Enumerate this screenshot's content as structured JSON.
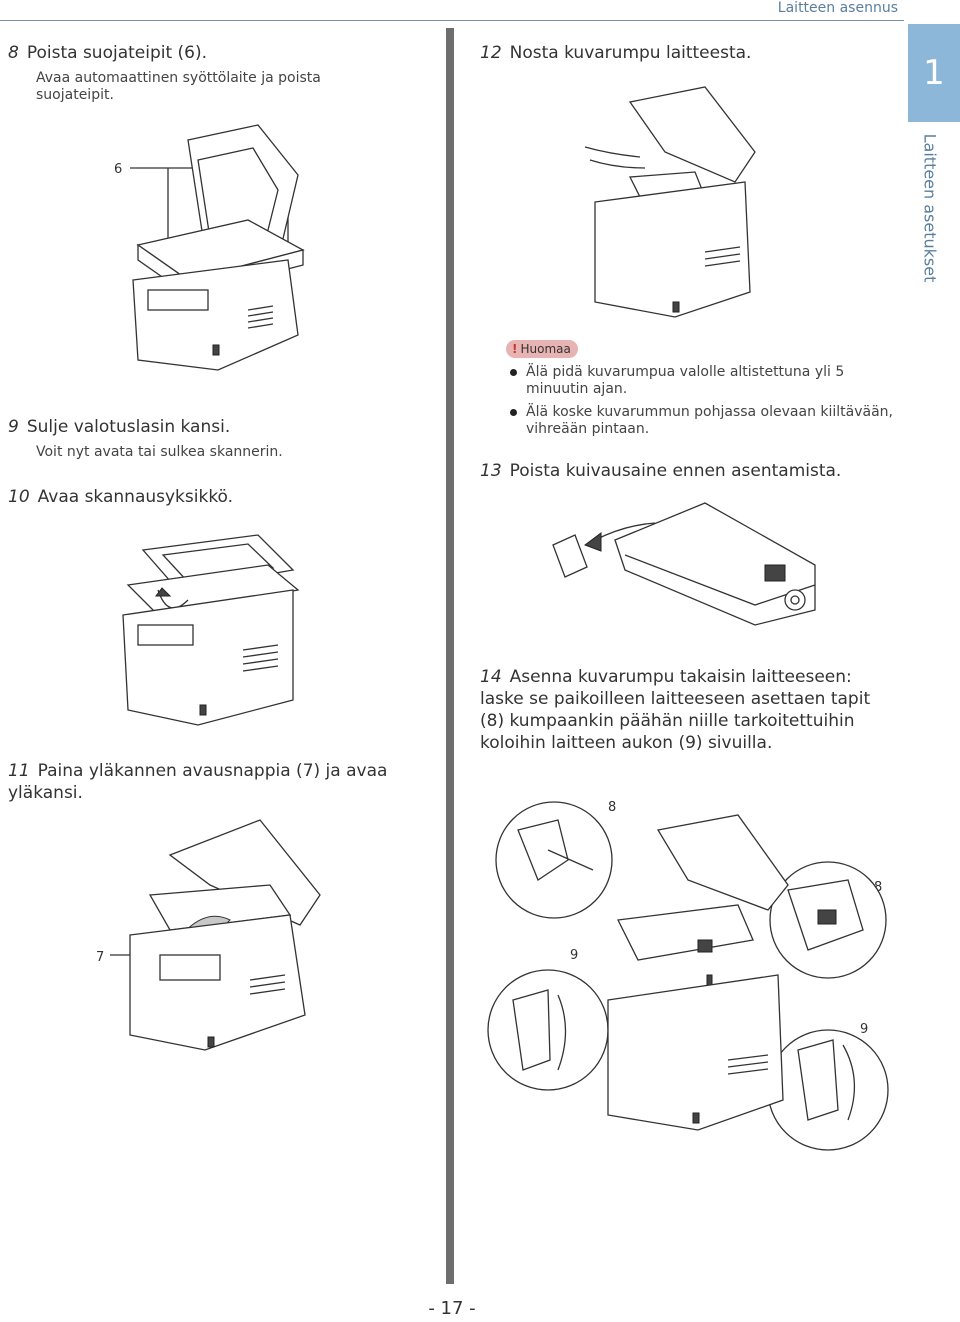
{
  "header": {
    "title": "Laitteen asennus"
  },
  "side_tab": {
    "number": "1",
    "label": "Laitteen asetukset"
  },
  "steps": {
    "s8": {
      "num": "8",
      "text": "Poista suojateipit (6).",
      "sub": "Avaa automaattinen syöttölaite ja poista suojateipit."
    },
    "s9": {
      "num": "9",
      "text": "Sulje valotuslasin kansi.",
      "sub": "Voit nyt avata tai sulkea skannerin."
    },
    "s10": {
      "num": "10",
      "text": "Avaa skannausyksikkö."
    },
    "s11": {
      "num": "11",
      "text": "Paina yläkannen avausnappia (7) ja avaa yläkansi."
    },
    "s12": {
      "num": "12",
      "text": "Nosta kuvarumpu laitteesta."
    },
    "s13": {
      "num": "13",
      "text": "Poista kuivausaine ennen asentamista."
    },
    "s14": {
      "num": "14",
      "text": "Asenna kuvarumpu takaisin laitteeseen: laske se paikoilleen laitteeseen asettaen tapit (8) kumpaankin päähän niille tarkoitettuihin koloihin laitteen aukon (9) sivuilla."
    }
  },
  "note": {
    "badge_mark": "!",
    "badge_label": "Huomaa",
    "bullets": [
      "Älä pidä kuvarumpua valolle altistettuna yli 5 minuutin ajan.",
      "Älä koske kuvarummun pohjassa olevaan kiiltävään, vihreään pintaan."
    ]
  },
  "callouts": {
    "c6": "6",
    "c7": "7",
    "c8a": "8",
    "c8b": "8",
    "c9a": "9",
    "c9b": "9"
  },
  "footer": {
    "page": "- 17 -"
  }
}
